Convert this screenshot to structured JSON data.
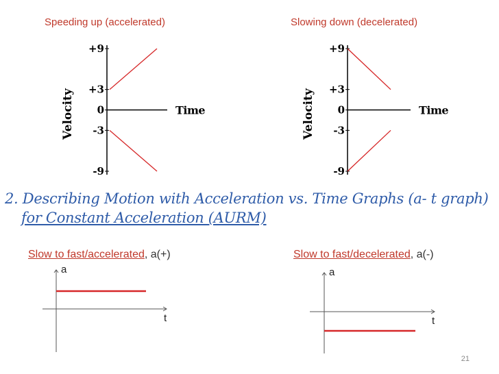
{
  "top_left_title": "Speeding up (accelerated)",
  "top_right_title": "Slowing down (decelerated)",
  "heading": {
    "line1": "2. Describing Motion with Acceleration vs. Time Graphs (a- t graph)",
    "line2": "for Constant  Acceleration (AURM)"
  },
  "bottom_left_label": {
    "underlined": "Slow to fast/accelerated",
    "rest": ", a(+)"
  },
  "bottom_right_label": {
    "underlined": "Slow to fast/decelerated",
    "rest": ", a(-)"
  },
  "page_number": "21",
  "colors": {
    "series": "#d62728",
    "axis": "#000000",
    "heading": "#2e5ba8",
    "accent": "#c0392b"
  },
  "chart_data": [
    {
      "type": "line",
      "title": "Speeding up (accelerated)",
      "ylabel": "Velocity",
      "xlabel": "Time",
      "ytick_labels": [
        "+9",
        "+3",
        "0",
        "-3",
        "-9"
      ],
      "ytick_values": [
        9,
        3,
        0,
        -3,
        -9
      ],
      "ylim": [
        -9,
        9
      ],
      "series": [
        {
          "x": [
            0,
            1
          ],
          "y": [
            3,
            9
          ]
        },
        {
          "x": [
            0,
            1
          ],
          "y": [
            -3,
            -9
          ]
        }
      ]
    },
    {
      "type": "line",
      "title": "Slowing down (decelerated)",
      "ylabel": "Velocity",
      "xlabel": "Time",
      "ytick_labels": [
        "+9",
        "+3",
        "0",
        "-3",
        "-9"
      ],
      "ytick_values": [
        9,
        3,
        0,
        -3,
        -9
      ],
      "ylim": [
        -9,
        9
      ],
      "series": [
        {
          "x": [
            0,
            1
          ],
          "y": [
            9,
            3
          ]
        },
        {
          "x": [
            0,
            1
          ],
          "y": [
            -9,
            -3
          ]
        }
      ]
    },
    {
      "type": "line",
      "ylabel": "a",
      "xlabel": "t",
      "series": [
        {
          "x": [
            0,
            1
          ],
          "y": [
            1,
            1
          ]
        }
      ]
    },
    {
      "type": "line",
      "ylabel": "a",
      "xlabel": "t",
      "series": [
        {
          "x": [
            0,
            1
          ],
          "y": [
            -1,
            -1
          ]
        }
      ]
    }
  ]
}
